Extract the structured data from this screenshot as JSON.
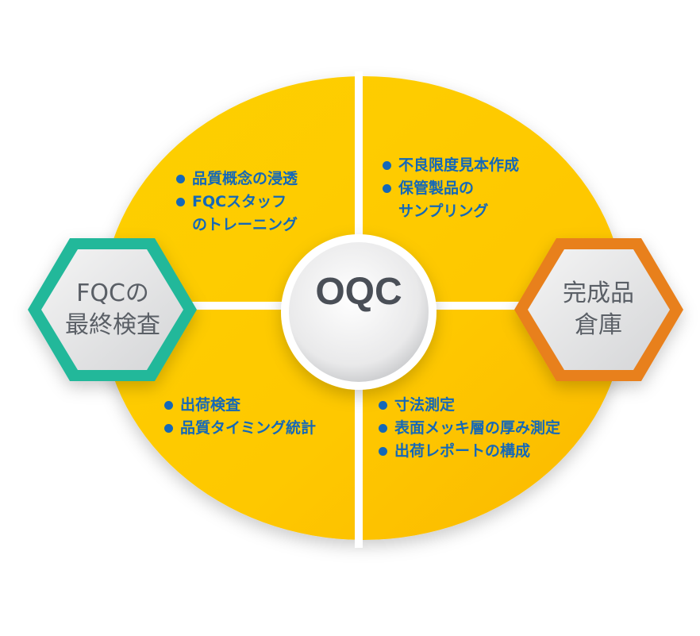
{
  "center": {
    "label": "OQC"
  },
  "left_node": {
    "line1": "FQCの",
    "line2": "最終検査"
  },
  "right_node": {
    "line1": "完成品",
    "line2": "倉庫"
  },
  "quadrants": {
    "top_left": [
      "品質概念の浸透",
      "FQCスタッフ",
      "のトレーニング"
    ],
    "top_right": [
      "不良限度見本作成",
      "保管製品の",
      "サンプリング"
    ],
    "bottom_left": [
      "出荷検査",
      "品質タイミング統計"
    ],
    "bottom_right": [
      "寸法測定",
      "表面メッキ層の厚み測定",
      "出荷レポートの構成"
    ]
  },
  "colors": {
    "yellow": "#fdc600",
    "teal": "#22b89a",
    "orange": "#e8801e",
    "text": "#1468b8"
  }
}
